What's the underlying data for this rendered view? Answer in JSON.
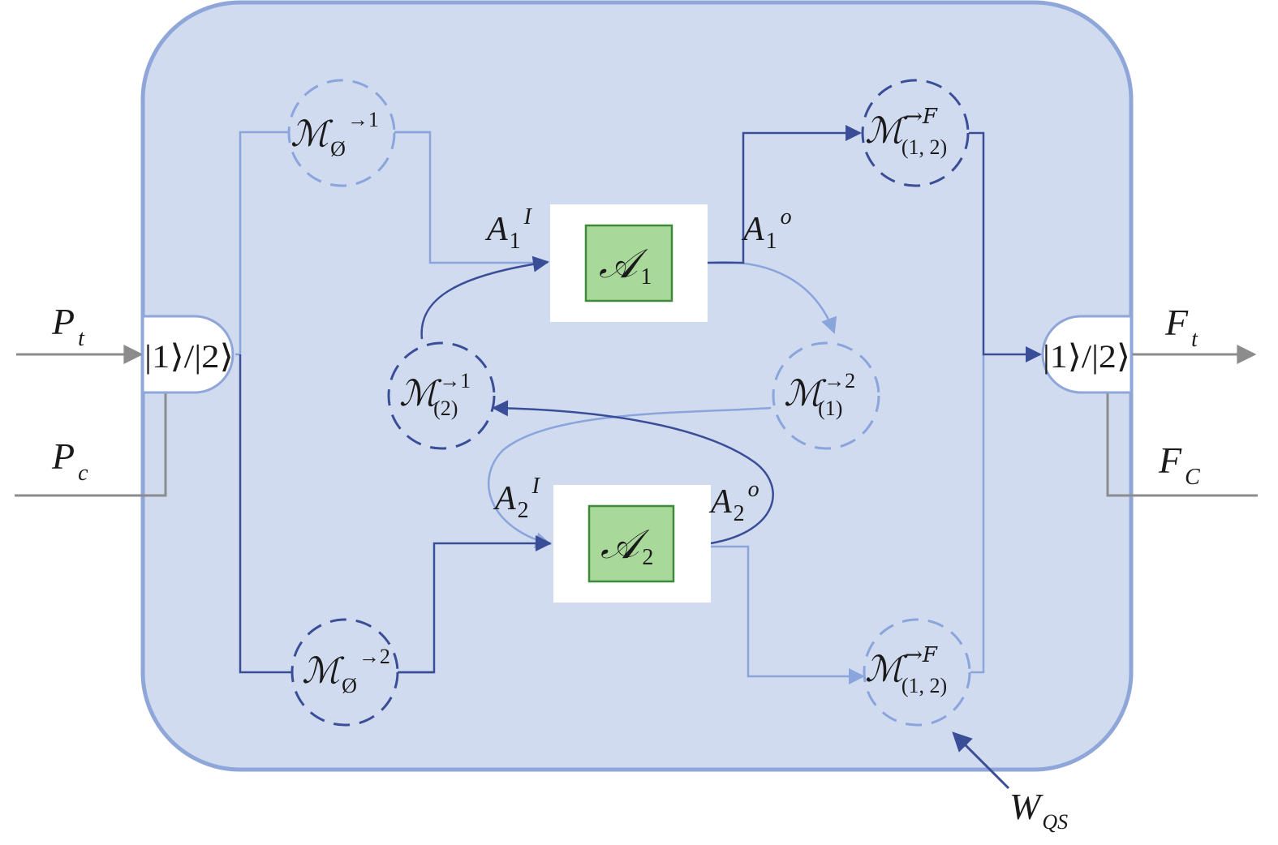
{
  "colors": {
    "panel_fill": "#d1dbf0",
    "panel_stroke": "#8fa6d9",
    "dark_blue": "#3a4e98",
    "light_blue": "#8aa4dc",
    "gray": "#8c8c8c",
    "agent_fill": "#a8d89a",
    "agent_stroke": "#3d8a3a"
  },
  "inputs": {
    "pt": {
      "main": "P",
      "sub": "t"
    },
    "pc": {
      "main": "P",
      "sub": "c"
    }
  },
  "outputs": {
    "ft": {
      "main": "F",
      "sub": "t"
    },
    "fc": {
      "main": "F",
      "sub": "C"
    }
  },
  "switches": {
    "left": "|1⟩/|2⟩",
    "right": "|1⟩/|2⟩"
  },
  "agents": {
    "a1": {
      "main": "𝒜",
      "sub": "1"
    },
    "a2": {
      "main": "𝒜",
      "sub": "2"
    }
  },
  "ports": {
    "a1_in": {
      "main": "A",
      "sub": "1",
      "sup": "I"
    },
    "a1_out": {
      "main": "A",
      "sub": "1",
      "sup": "o"
    },
    "a2_in": {
      "main": "A",
      "sub": "2",
      "sup": "I"
    },
    "a2_out": {
      "main": "A",
      "sub": "2",
      "sup": "o"
    }
  },
  "maps": {
    "m_empty_1": {
      "main": "ℳ",
      "sub": "Ø",
      "sup": "→1"
    },
    "m_empty_2": {
      "main": "ℳ",
      "sub": "Ø",
      "sup": "→2"
    },
    "m_2_to_1": {
      "main": "ℳ",
      "sub": "(2)",
      "sup": "→1"
    },
    "m_1_to_2": {
      "main": "ℳ",
      "sub": "(1)",
      "sup": "→2"
    },
    "m_f_top": {
      "main": "ℳ",
      "sub": "(1, 2)",
      "sup": "→F"
    },
    "m_f_bottom": {
      "main": "ℳ",
      "sub": "(1, 2)",
      "sup": "→F"
    }
  },
  "wqs": {
    "main": "W",
    "sub": "QS"
  }
}
